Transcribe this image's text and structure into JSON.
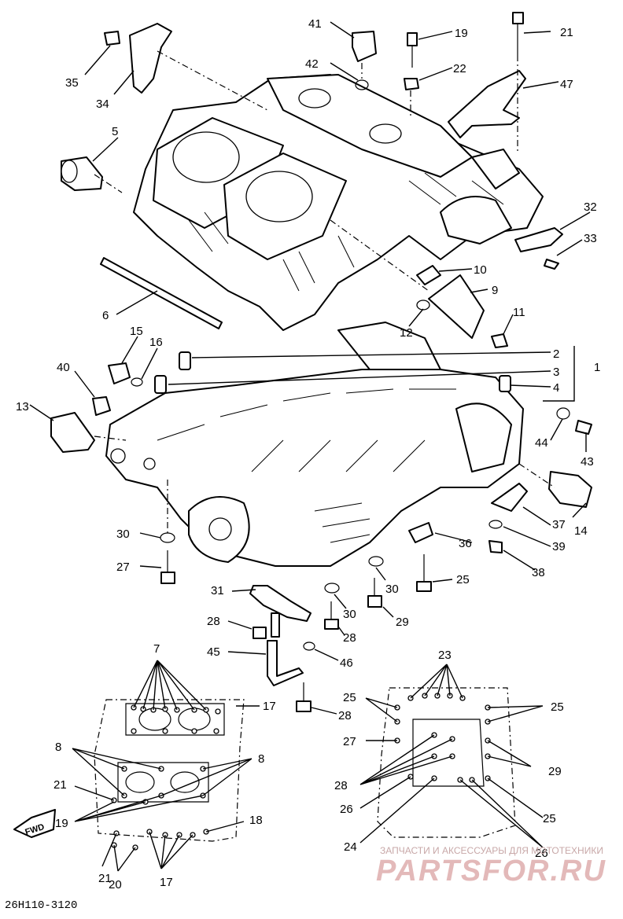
{
  "diagram_code": "26H110-3120",
  "forward_marker": "FWD",
  "watermark": {
    "tagline": "ЗАПЧАСТИ И АКСЕССУАРЫ ДЛЯ МОТОТЕХНИКИ",
    "brand": "PARTSFOR.RU"
  },
  "callouts": {
    "n1": "1",
    "n2": "2",
    "n3": "3",
    "n4": "4",
    "n5": "5",
    "n6": "6",
    "n7": "7",
    "n8a": "8",
    "n8b": "8",
    "n9": "9",
    "n10": "10",
    "n11": "11",
    "n12": "12",
    "n13": "13",
    "n14": "14",
    "n15": "15",
    "n16": "16",
    "n17a": "17",
    "n17b": "17",
    "n18": "18",
    "n19a": "19",
    "n19b": "19",
    "n20": "20",
    "n21a": "21",
    "n21b": "21",
    "n21c": "21",
    "n22": "22",
    "n23": "23",
    "n24": "24",
    "n25a": "25",
    "n25b": "25",
    "n25c": "25",
    "n25d": "25",
    "n26a": "26",
    "n26b": "26",
    "n27a": "27",
    "n27b": "27",
    "n28a": "28",
    "n28b": "28",
    "n28c": "28",
    "n28d": "28",
    "n29a": "29",
    "n29b": "29",
    "n30a": "30",
    "n30b": "30",
    "n30c": "30",
    "n31": "31",
    "n32": "32",
    "n33": "33",
    "n34": "34",
    "n35": "35",
    "n36": "36",
    "n37": "37",
    "n38": "38",
    "n39": "39",
    "n40": "40",
    "n41": "41",
    "n42": "42",
    "n43": "43",
    "n44": "44",
    "n45": "45",
    "n46": "46",
    "n47": "47"
  }
}
